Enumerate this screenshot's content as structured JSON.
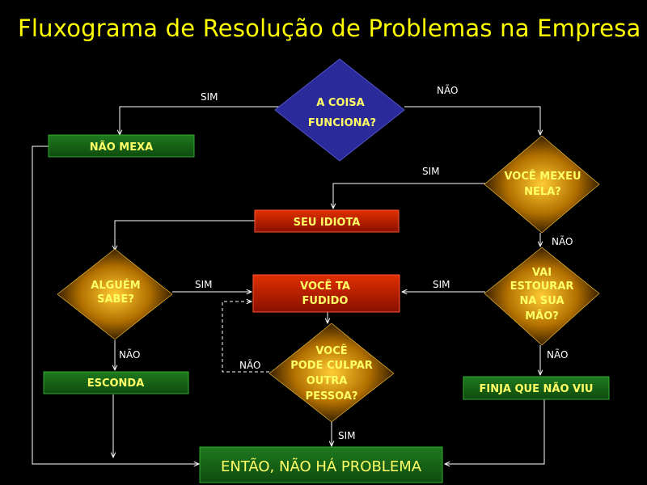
{
  "title": "Fluxograma de Resolução de Problemas na Empresa",
  "nodes": {
    "funciona": {
      "lines": [
        "A COISA",
        "FUNCIONA?"
      ]
    },
    "nao_mexa": {
      "text": "NÃO MEXA"
    },
    "mexeu": {
      "lines": [
        "VOCÊ MEXEU",
        "NELA?"
      ]
    },
    "idiota": {
      "text": "SEU IDIOTA"
    },
    "alguem": {
      "lines": [
        "ALGUÉM",
        "SABE?"
      ]
    },
    "fudido": {
      "lines": [
        "VOCÊ TA",
        "FUDIDO"
      ]
    },
    "estourar": {
      "lines": [
        "VAI",
        "ESTOURAR",
        "NA SUA",
        "MÃO?"
      ]
    },
    "esconda": {
      "text": "ESCONDA"
    },
    "culpar": {
      "lines": [
        "VOCÊ",
        "PODE CULPAR",
        "OUTRA",
        "PESSOA?"
      ]
    },
    "finja": {
      "text": "FINJA QUE NÃO VIU"
    },
    "final": {
      "text": "ENTÃO, NÃO HÁ PROBLEMA"
    }
  },
  "edge_labels": {
    "funciona_sim": "SIM",
    "funciona_nao": "NÃO",
    "mexeu_sim": "SIM",
    "mexeu_nao": "NÃO",
    "alguem_sim": "SIM",
    "alguem_nao": "NÃO",
    "estourar_sim": "SIM",
    "estourar_nao": "NÃO",
    "culpar_nao": "NÃO",
    "culpar_sim": "SIM"
  },
  "colors": {
    "background": "#000000",
    "title": "#ffff00",
    "blue_diamond": "#2a2a9a",
    "gold_diamond": "#c88a00",
    "green_box": "#1a6a1a",
    "red_box": "#c02000",
    "text_yellow": "#ffff66",
    "line": "#ffffff"
  }
}
